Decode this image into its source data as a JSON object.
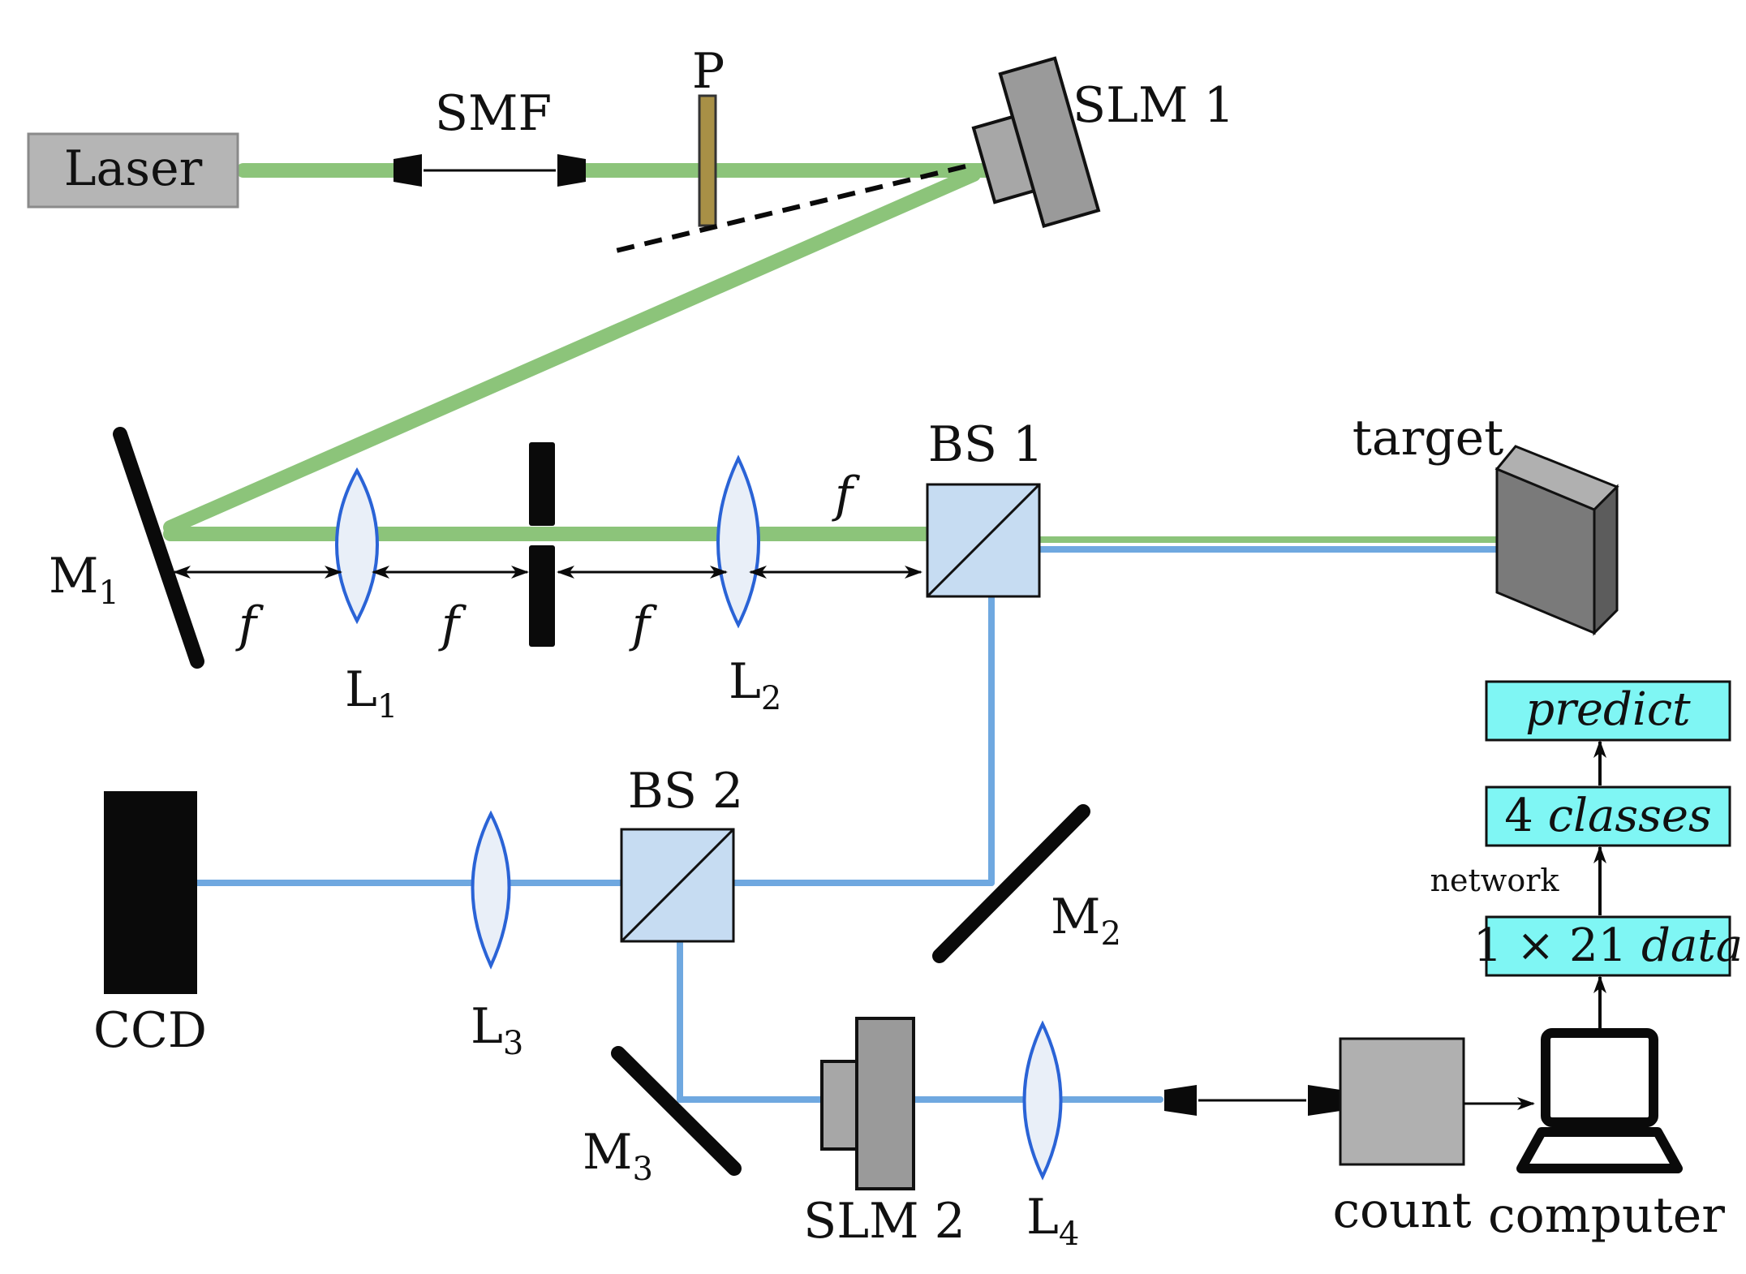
{
  "colors": {
    "green_beam": "#8cc47a",
    "blue_beam": "#6fa8e0",
    "lens_stroke": "#2a63d6",
    "lens_fill": "#e9eff8",
    "beamsplitter_fill": "#c6dcf2",
    "grey_device": "#a9a9a9",
    "polarizer_fill": "#a89046",
    "process_box_fill": "#7ff6f4",
    "black": "#0a0a0a"
  },
  "labels": {
    "laser": "Laser",
    "smf": "SMF",
    "polarizer": "P",
    "slm1": "SLM 1",
    "bs1": "BS 1",
    "target": "target",
    "m1_main": "M",
    "m1_sub": "1",
    "l1_main": "L",
    "l1_sub": "1",
    "l2_main": "L",
    "l2_sub": "2",
    "focal": "f",
    "bs2": "BS 2",
    "m2_main": "M",
    "m2_sub": "2",
    "ccd": "CCD",
    "l3_main": "L",
    "l3_sub": "3",
    "m3_main": "M",
    "m3_sub": "3",
    "slm2": "SLM 2",
    "l4_main": "L",
    "l4_sub": "4",
    "count": "count",
    "computer": "computer",
    "network": "network"
  },
  "process_boxes": {
    "predict": "predict",
    "classes_num": "4",
    "classes_word": "classes",
    "data_num": "1 × 21",
    "data_word": "data"
  }
}
